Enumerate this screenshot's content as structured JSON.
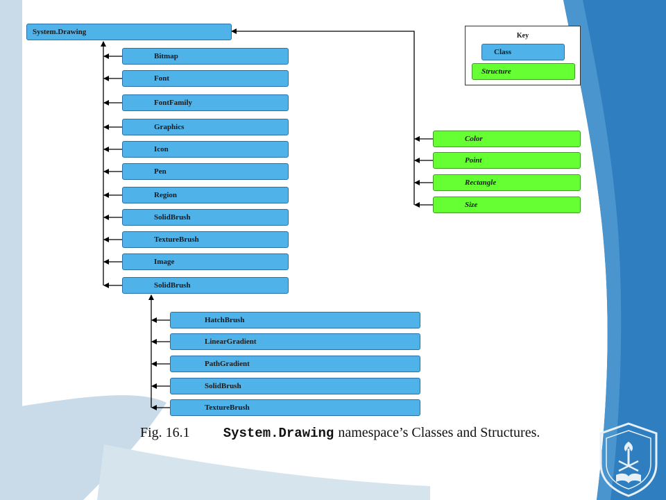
{
  "root": {
    "label": "System.Drawing"
  },
  "classes": [
    "Bitmap",
    "Font",
    "FontFamily",
    "Graphics",
    "Icon",
    "Pen",
    "Region",
    "SolidBrush",
    "TextureBrush",
    "Image",
    "SolidBrush"
  ],
  "brush_subclasses": [
    "HatchBrush",
    "LinearGradient",
    "PathGradient",
    "SolidBrush",
    "TextureBrush"
  ],
  "structures": [
    "Color",
    "Point",
    "Rectangle",
    "Size"
  ],
  "key": {
    "title": "Key",
    "class_label": "Class",
    "structure_label": "Structure"
  },
  "caption": {
    "fig": "Fig. 16.1",
    "code": "System.Drawing",
    "text": "namespace’s  Classes and Structures."
  },
  "colors": {
    "class_fill": "#4fb3ea",
    "structure_fill": "#66ff33",
    "background_blue": "#c9dbe9",
    "arrow": "#000000"
  }
}
